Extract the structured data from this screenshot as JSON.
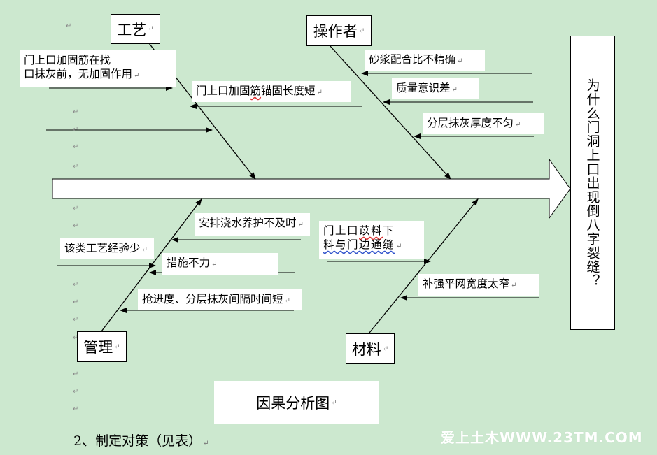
{
  "diagram": {
    "effect": "为什么门洞上口出现倒八字裂缝？",
    "title": "因果分析图",
    "categories": {
      "process": "工艺",
      "operator": "操作者",
      "management": "管理",
      "material": "材料"
    },
    "causes": {
      "process_1_line1": "门上口加固筋在找",
      "process_1_line2": "口抹灰前，无加固作用",
      "process_2_pre": "门上口加固",
      "process_2_mark": "筋",
      "process_2_post": "锚固长度短",
      "operator_1": "砂浆配合比不精确",
      "operator_2": "质量意识差",
      "operator_3": "分层抹灰厚度不匀",
      "management_1": "安排浇水养护不及时",
      "management_2": "该类工艺经验少",
      "management_3": "措施不力",
      "management_4": "抢进度、分层抹灰间隔时间短",
      "material_1_pre": "门上口",
      "material_1_mark": "苡料",
      "material_1_post": "下",
      "material_1_line2": "料与门边通缝",
      "material_2": "补强平网宽度太窄"
    }
  },
  "caption": "2、制定对策（见表）",
  "watermark": "爱上土木WWW.23TM.COM",
  "colors": {
    "background": "#cce8cf",
    "box": "#ffffff",
    "line": "#000000"
  }
}
